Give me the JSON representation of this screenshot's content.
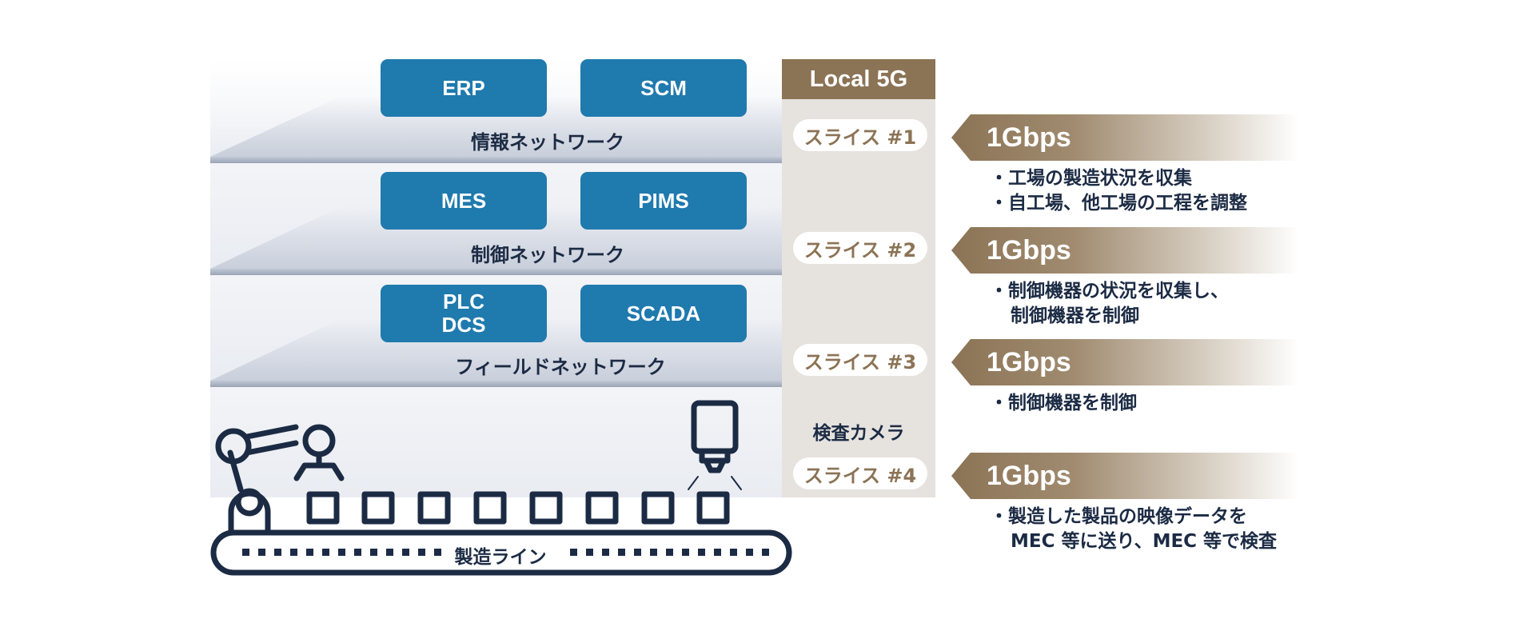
{
  "local5g": {
    "title": "Local 5G"
  },
  "layers": [
    {
      "network": "情報ネットワーク",
      "systems": [
        "ERP",
        "SCM"
      ],
      "slice": "スライス #1"
    },
    {
      "network": "制御ネットワーク",
      "systems": [
        "MES",
        "PIMS"
      ],
      "slice": "スライス #2"
    },
    {
      "network": "フィールドネットワーク",
      "systems": [
        "PLC\nDCS",
        "SCADA"
      ],
      "slice": "スライス #3"
    }
  ],
  "camera": {
    "label": "検査カメラ",
    "slice": "スライス #4"
  },
  "production_line": {
    "label": "製造ライン"
  },
  "bandwidth": [
    {
      "value": "1Gbps",
      "lines": [
        "・工場の製造状況を収集",
        "・自工場、他工場の工程を調整"
      ]
    },
    {
      "value": "1Gbps",
      "lines": [
        "・制御機器の状況を収集し、",
        "制御機器を制御"
      ]
    },
    {
      "value": "1Gbps",
      "lines": [
        "・制御機器を制御"
      ]
    },
    {
      "value": "1Gbps",
      "lines": [
        "・製造した製品の映像データを",
        "MEC 等に送り、MEC 等で検査"
      ]
    }
  ],
  "colors": {
    "system_box": "#1f7aae",
    "local5g_header": "#8b7355",
    "local5g_column": "#e6e2de",
    "text": "#1c2b44"
  }
}
